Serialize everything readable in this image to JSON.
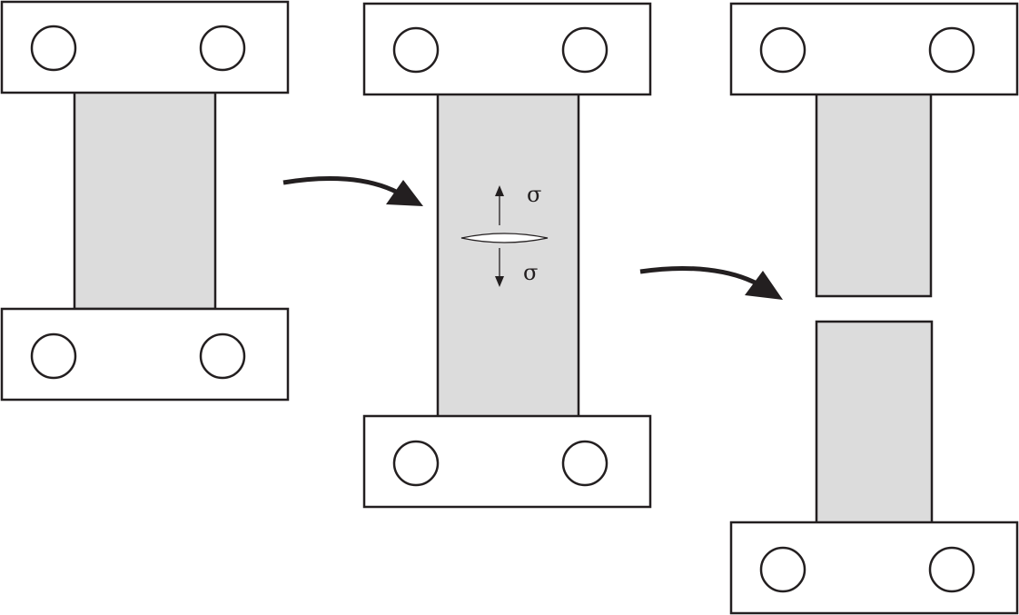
{
  "stages": [
    {
      "name": "intact-specimen"
    },
    {
      "name": "cracked-specimen"
    },
    {
      "name": "fractured-specimen"
    }
  ],
  "stress_labels": {
    "top": "σ",
    "bottom": "σ"
  },
  "colors": {
    "specimen_fill": "#dcdcdc",
    "outline": "#231f20",
    "background": "#ffffff"
  }
}
